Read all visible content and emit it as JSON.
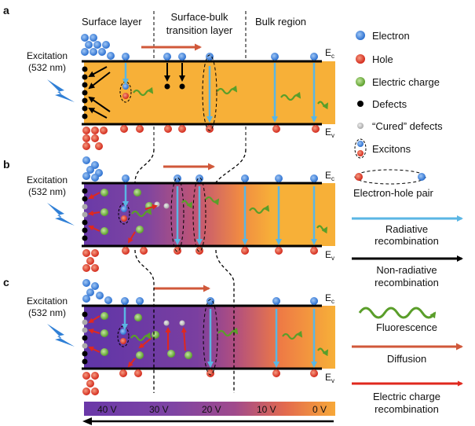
{
  "panels": {
    "a": {
      "letter": "a",
      "excitation": "Excitation",
      "wavelength": "(532 nm)",
      "ec": "E",
      "ec_sub": "c",
      "ev": "E",
      "ev_sub": "v"
    },
    "b": {
      "letter": "b",
      "excitation": "Excitation",
      "wavelength": "(532 nm)",
      "ec": "E",
      "ec_sub": "c",
      "ev": "E",
      "ev_sub": "v"
    },
    "c": {
      "letter": "c",
      "excitation": "Excitation",
      "wavelength": "(532 nm)",
      "ec": "E",
      "ec_sub": "c",
      "ev": "E",
      "ev_sub": "v"
    }
  },
  "regions": {
    "surface": "Surface layer",
    "transition_line1": "Surface-bulk",
    "transition_line2": "transition layer",
    "bulk": "Bulk region"
  },
  "legend": {
    "electron": "Electron",
    "hole": "Hole",
    "charge": "Electric charge",
    "defects": "Defects",
    "cured": "“Cured” defects",
    "excitons": "Excitons",
    "pair": "Electron-hole pair",
    "radiative_1": "Radiative",
    "radiative_2": "recombination",
    "nonrad_1": "Non-radiative",
    "nonrad_2": "recombination",
    "fluorescence": "Fluorescence",
    "diffusion": "Diffusion",
    "charge_recomb_1": "Electric charge",
    "charge_recomb_2": "recombination"
  },
  "voltage_bar": {
    "labels": [
      "40 V",
      "30 V",
      "20 V",
      "10 V",
      "0 V"
    ]
  },
  "colors": {
    "band": "#f7b038",
    "purple": "#7a3fa6",
    "electron": "#3a7dd8",
    "hole": "#dd3a1f",
    "charge": "#6fb13a",
    "radiative": "#5ab6e4",
    "diffusion": "#d0583a",
    "charge_recomb": "#e0281e"
  }
}
